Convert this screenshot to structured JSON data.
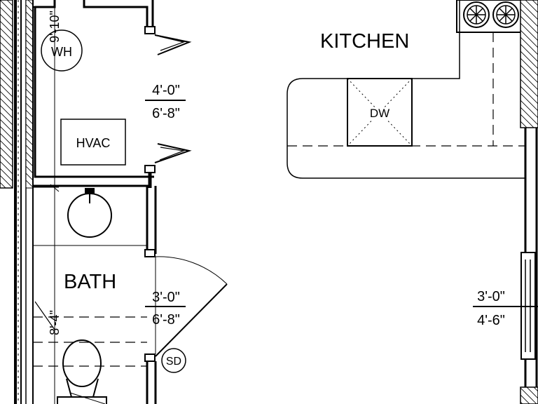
{
  "rooms": {
    "kitchen": "KITCHEN",
    "bath": "BATH"
  },
  "fixtures": {
    "water_heater": "WH",
    "hvac": "HVAC",
    "dishwasher": "DW",
    "smoke_detector": "SD"
  },
  "dimensions": {
    "vertical_upper": "9'-10\"",
    "vertical_lower": "8'-4\""
  },
  "door_tags": {
    "closet": {
      "width": "4'-0\"",
      "height": "6'-8\""
    },
    "bath": {
      "width": "3'-0\"",
      "height": "6'-8\""
    },
    "window": {
      "width": "3'-0\"",
      "height": "4'-6\""
    }
  },
  "colors": {
    "line": "#000000",
    "background": "#ffffff"
  }
}
